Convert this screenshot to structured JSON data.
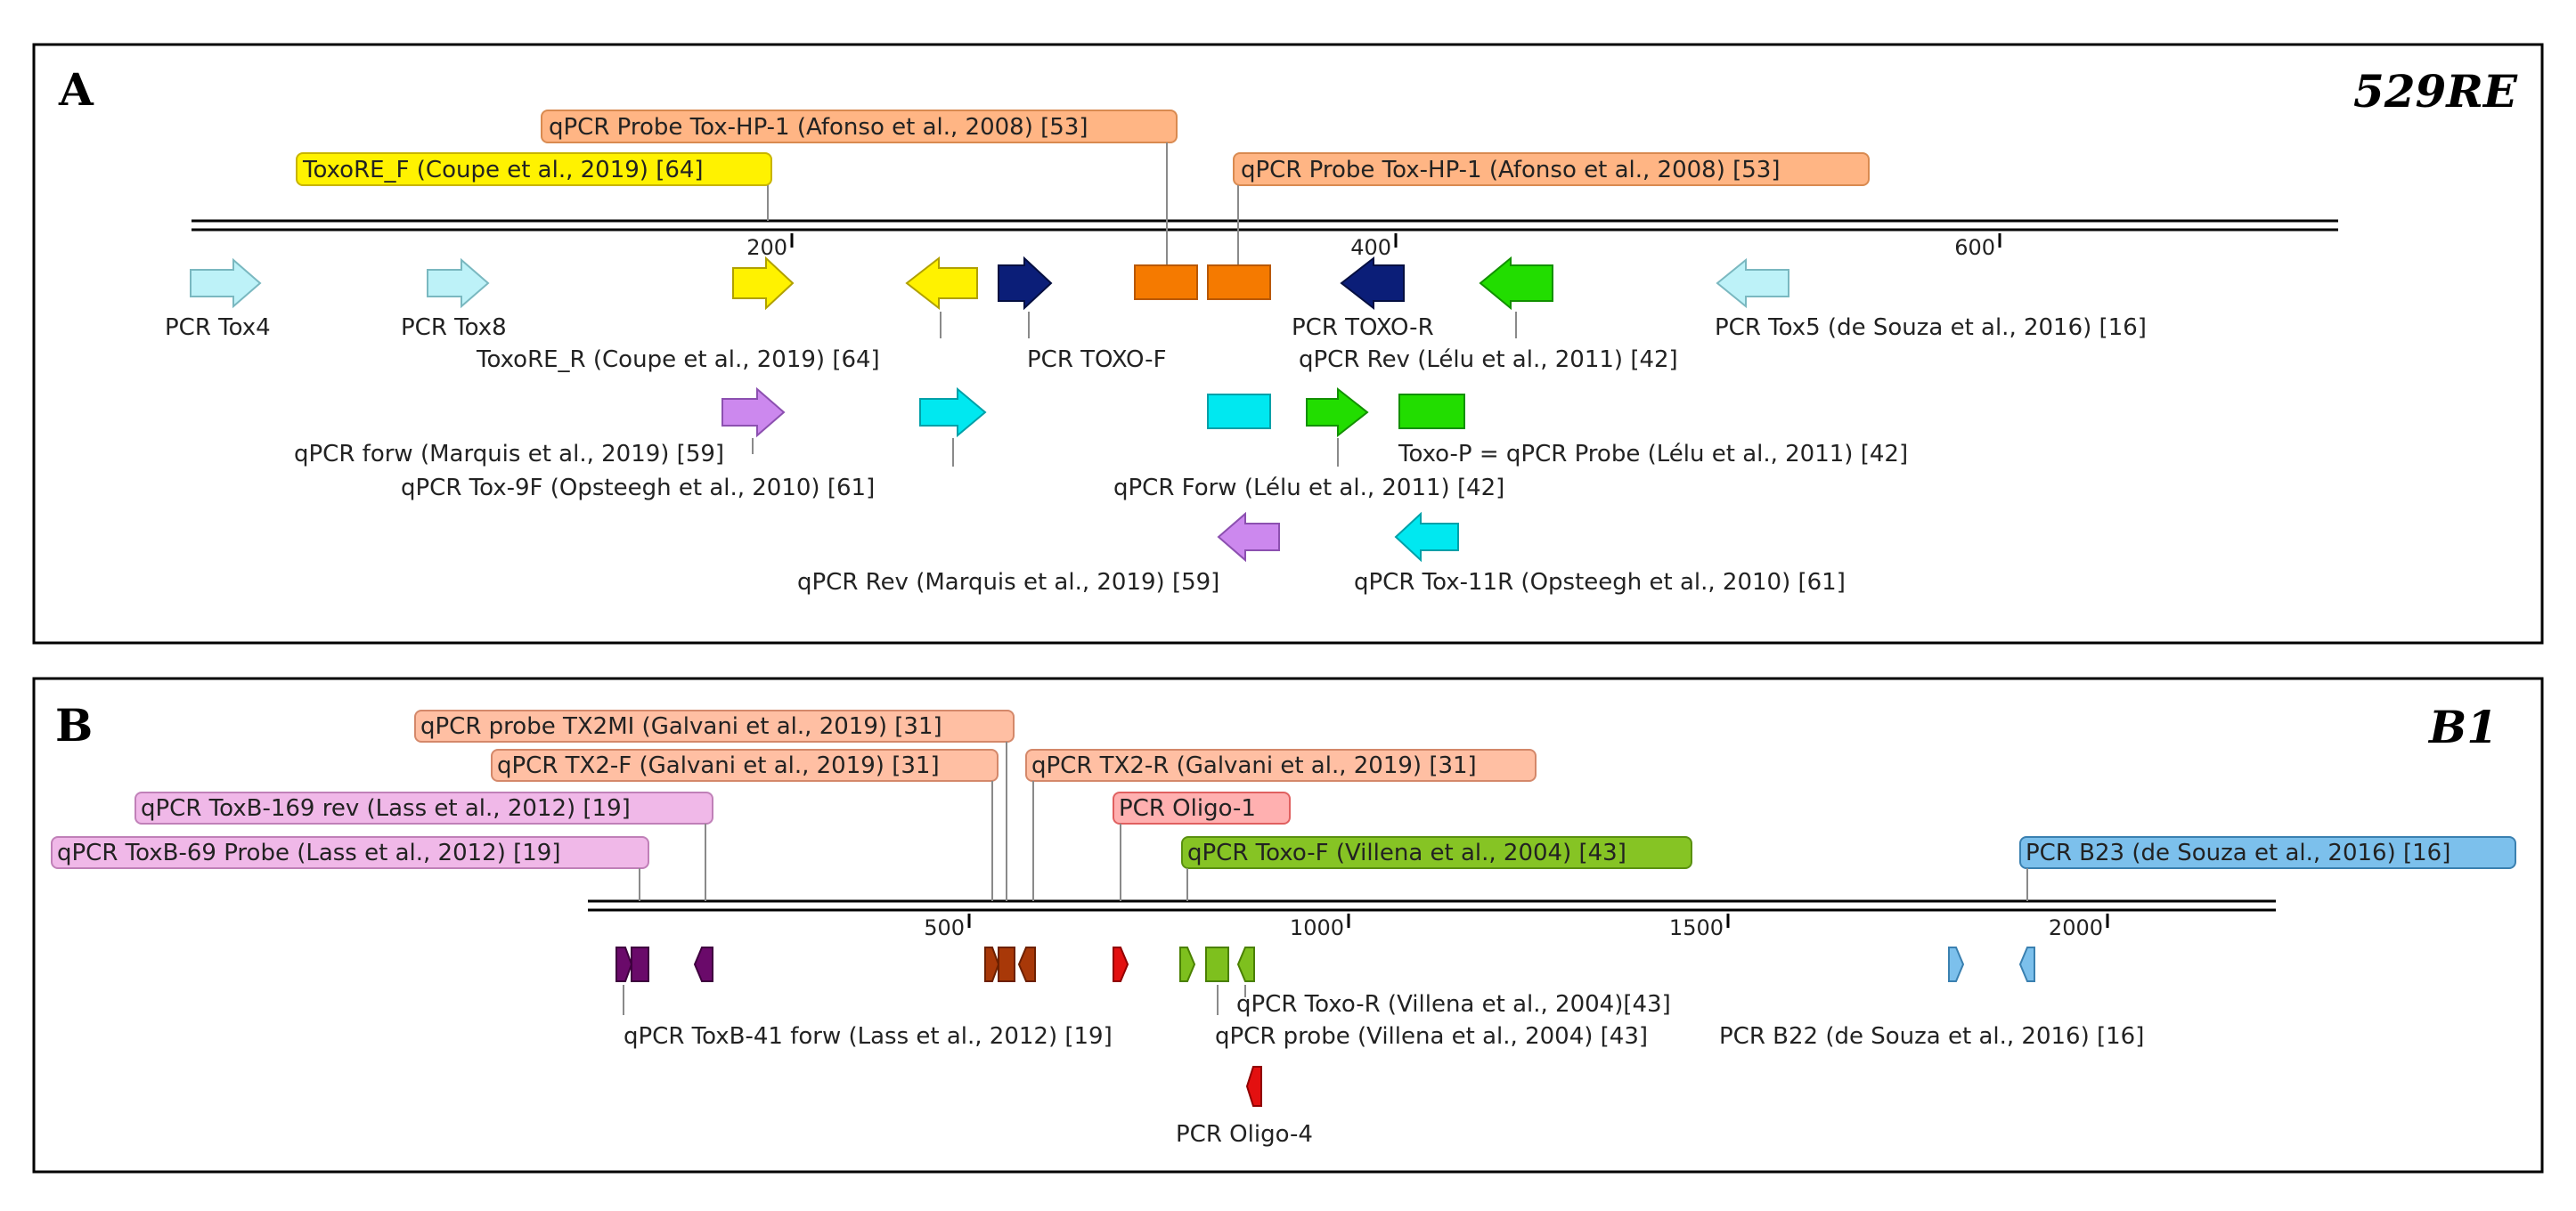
{
  "panel_a": {
    "letter": "A",
    "title": "529RE",
    "ticks": [
      "200",
      "400",
      "600"
    ],
    "features": [
      {
        "label": "PCR Tox4",
        "color": "#bdf2f8",
        "shape": "arrow-right"
      },
      {
        "label": "PCR Tox8",
        "color": "#bdf2f8",
        "shape": "arrow-right"
      },
      {
        "label": "ToxoRE_F (Coupe et al., 2019) [64]",
        "color": "#fff200",
        "shape": "arrow-right"
      },
      {
        "label": "ToxoRE_R (Coupe et al., 2019) [64]",
        "color": "#fff200",
        "shape": "arrow-left"
      },
      {
        "label": "PCR TOXO-F",
        "color": "#0b1e78",
        "shape": "arrow-right"
      },
      {
        "label": "qPCR Probe Tox-HP-1 (Afonso et al., 2008) [53]",
        "color": "#f57a00",
        "shape": "box"
      },
      {
        "label": "qPCR Probe Tox-HP-1 (Afonso et al., 2008) [53]",
        "color": "#f57a00",
        "shape": "box"
      },
      {
        "label": "PCR TOXO-R",
        "color": "#0b1e78",
        "shape": "arrow-left"
      },
      {
        "label": "qPCR Rev (Lélu et al., 2011) [42]",
        "color": "#22dd00",
        "shape": "arrow-left"
      },
      {
        "label": "PCR Tox5 (de Souza et al., 2016) [16]",
        "color": "#bdf2f8",
        "shape": "arrow-left"
      },
      {
        "label": "qPCR forw (Marquis et al., 2019) [59]",
        "color": "#cc88ee",
        "shape": "arrow-right"
      },
      {
        "label": "qPCR Tox-9F (Opsteegh et al.,  2010) [61]",
        "color": "#00e8f0",
        "shape": "arrow-right"
      },
      {
        "label": "",
        "color": "#00e8f0",
        "shape": "box"
      },
      {
        "label": "qPCR Forw (Lélu et al., 2011) [42]",
        "color": "#22dd00",
        "shape": "arrow-right"
      },
      {
        "label": "Toxo-P = qPCR Probe (Lélu et al., 2011) [42]",
        "color": "#22dd00",
        "shape": "box"
      },
      {
        "label": "qPCR Rev (Marquis et al., 2019) [59]",
        "color": "#cc88ee",
        "shape": "arrow-left"
      },
      {
        "label": "qPCR Tox-11R (Opsteegh et al.,  2010) [61]",
        "color": "#00e8f0",
        "shape": "arrow-left"
      }
    ]
  },
  "panel_b": {
    "letter": "B",
    "title": "B1",
    "ticks": [
      "500",
      "1000",
      "1500",
      "2000"
    ],
    "features": [
      {
        "label": "qPCR ToxB-69 Probe (Lass et al.,  2012) [19]",
        "color": "#6a0a6a",
        "shape": "box"
      },
      {
        "label": "qPCR ToxB-41 forw (Lass et al.,  2012) [19]",
        "color": "#6a0a6a",
        "shape": "arrow-right"
      },
      {
        "label": "qPCR ToxB-169 rev (Lass et al.,  2012) [19]",
        "color": "#6a0a6a",
        "shape": "arrow-left"
      },
      {
        "label": "qPCR probe TX2MI (Galvani et al., 2019) [31]",
        "color": "#a83808",
        "shape": "box"
      },
      {
        "label": "qPCR TX2-F (Galvani et al., 2019) [31]",
        "color": "#a83808",
        "shape": "arrow-right"
      },
      {
        "label": "qPCR TX2-R (Galvani et al., 2019) [31]",
        "color": "#a83808",
        "shape": "arrow-left"
      },
      {
        "label": "PCR Oligo-1",
        "color": "#e31010",
        "shape": "arrow-right"
      },
      {
        "label": "qPCR Toxo-F (Villena et al., 2004) [43]",
        "color": "#7ec01e",
        "shape": "arrow-right"
      },
      {
        "label": "qPCR probe (Villena et al., 2004) [43]",
        "color": "#7ec01e",
        "shape": "box"
      },
      {
        "label": "qPCR Toxo-R (Villena et al., 2004)[43]",
        "color": "#7ec01e",
        "shape": "arrow-left"
      },
      {
        "label": "PCR Oligo-4",
        "color": "#e31010",
        "shape": "arrow-left"
      },
      {
        "label": "PCR B22 (de Souza et al., 2016) [16]",
        "color": "#7cc0ec",
        "shape": "arrow-right"
      },
      {
        "label": "PCR B23 (de Souza et al., 2016) [16]",
        "color": "#7cc0ec",
        "shape": "arrow-left"
      }
    ]
  }
}
